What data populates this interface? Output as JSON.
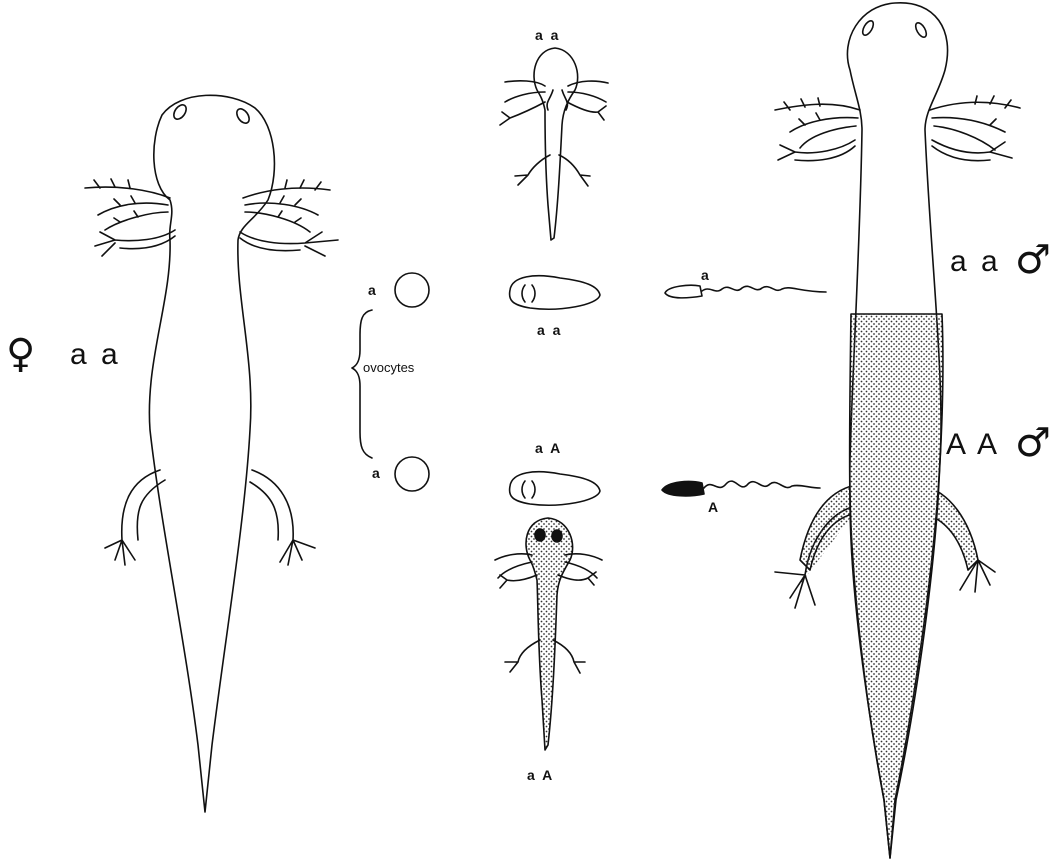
{
  "figure": {
    "female": {
      "symbol": "♀",
      "genotype": "a a"
    },
    "male_upper": {
      "genotype": "a a",
      "symbol": "♂"
    },
    "male_lower": {
      "genotype": "A A",
      "symbol": "♂"
    },
    "larva_top": {
      "genotype": "a a"
    },
    "embryo_top": {
      "genotype": "a a"
    },
    "embryo_bottom": {
      "genotype": "a A"
    },
    "larva_bottom": {
      "genotype": "a A"
    },
    "ovocyte_top": {
      "allele": "a"
    },
    "ovocyte_bottom": {
      "allele": "a"
    },
    "ovocytes_bracket_label": "ovocytes",
    "sperm_top": {
      "allele": "a"
    },
    "sperm_bottom": {
      "allele": "A"
    }
  },
  "colors": {
    "line": "#111111",
    "stipple": "#333333",
    "background": "#ffffff"
  }
}
